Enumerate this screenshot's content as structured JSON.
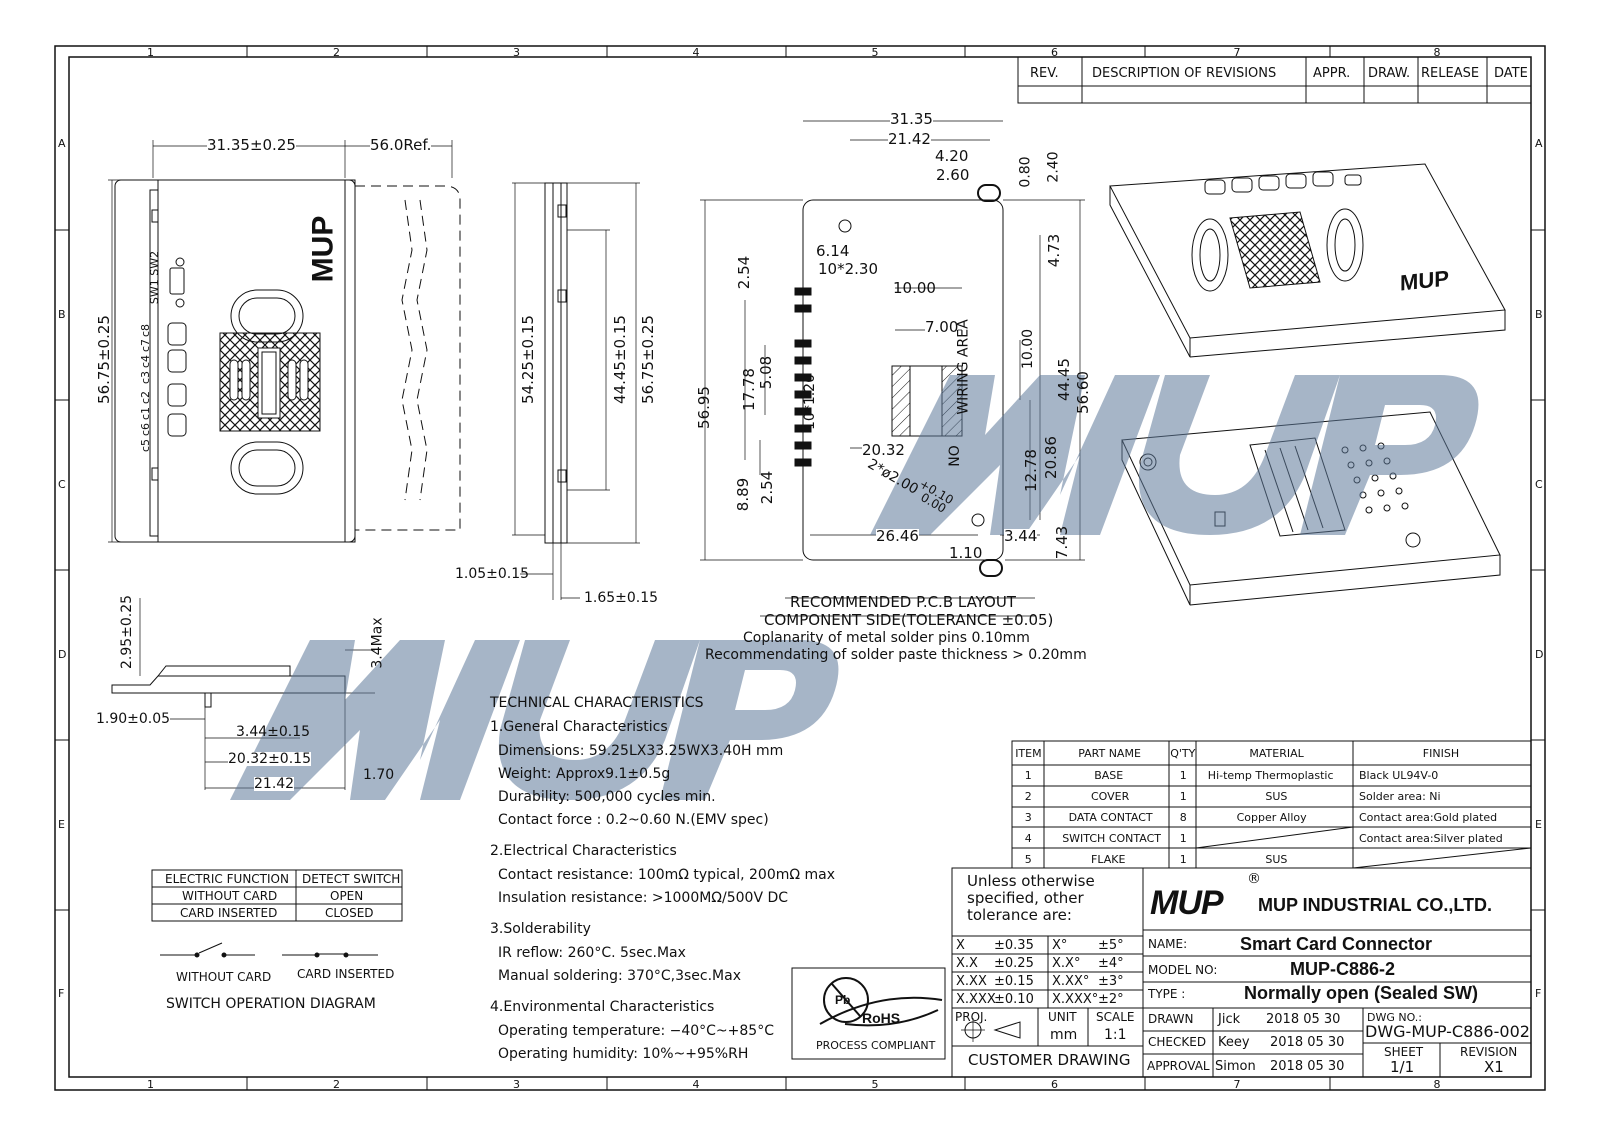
{
  "border": {
    "columns": [
      "1",
      "2",
      "3",
      "4",
      "5",
      "6",
      "7",
      "8"
    ],
    "rows": [
      "A",
      "B",
      "C",
      "D",
      "E",
      "F"
    ]
  },
  "revision_table": {
    "headers": [
      "REV.",
      "DESCRIPTION OF REVISIONS",
      "APPR.",
      "DRAW.",
      "RELEASE",
      "DATE"
    ]
  },
  "watermark": "MUP",
  "top_view": {
    "width_dim": "31.35±0.25",
    "ref_dim": "56.0Ref.",
    "height_dim": "56.75±0.25",
    "logo": "MUP",
    "switch_labels": "SW1 SW2",
    "contact_labels": [
      "c5",
      "c6",
      "c1",
      "c2",
      "c3",
      "c4",
      "c7",
      "c8"
    ]
  },
  "side_view": {
    "dims": [
      "54.25±0.15",
      "44.45±0.15",
      "56.75±0.25",
      "1.05±0.15",
      "1.65±0.15"
    ]
  },
  "pcb_layout": {
    "dims": [
      "31.35",
      "21.42",
      "4.20",
      "2.60",
      "0.80",
      "2.40",
      "4.73",
      "6.14",
      "10*2.30",
      "2.54",
      "10.00",
      "7.00",
      "WIRING AREA",
      "NO",
      "10.00",
      "44.45",
      "56.60",
      "56.95",
      "17.78",
      "5.08",
      "10*1.20",
      "20.32",
      "12.78",
      "20.86",
      "8.89",
      "2.54",
      "2*ø2.00",
      "+0.10",
      "0.00",
      "26.46",
      "3.44",
      "1.10",
      "7.43"
    ],
    "title": "RECOMMENDED P.C.B LAYOUT",
    "subtitle": "COMPONENT SIDE(TOLERANCE ±0.05)",
    "notes": [
      "Coplanarity of metal solder pins 0.10mm",
      "Recommendating of  solder paste thickness > 0.20mm"
    ]
  },
  "front_view": {
    "dims": [
      "2.95±0.25",
      "3.4Max",
      "1.90±0.05",
      "3.44±0.15",
      "20.32±0.15",
      "1.70",
      "21.42"
    ]
  },
  "iso_views": {
    "logo": "MUP"
  },
  "switch_table": {
    "headers": [
      "ELECTRIC FUNCTION",
      "DETECT SWITCH"
    ],
    "rows": [
      [
        "WITHOUT CARD",
        "OPEN"
      ],
      [
        "CARD INSERTED",
        "CLOSED"
      ]
    ],
    "diagram_labels": [
      "WITHOUT CARD",
      "CARD INSERTED"
    ],
    "caption": "SWITCH OPERATION DIAGRAM"
  },
  "tech": {
    "title": "TECHNICAL CHARACTERISTICS",
    "s1": "1.General Characteristics",
    "s1_lines": [
      "Dimensions: 59.25LX33.25WX3.40H  mm",
      "Weight: Approx9.1±0.5g",
      "Durability: 500,000  cycles min.",
      "Contact force  :  0.2~0.60  N.(EMV spec)"
    ],
    "s2": "2.Electrical  Characteristics",
    "s2_lines": [
      "Contact resistance: 100mΩ typical, 200mΩ max",
      "Insulation resistance: >1000MΩ/500V DC"
    ],
    "s3": "3.Solderability",
    "s3_lines": [
      "IR reflow: 260°C.  5sec.Max",
      "Manual soldering: 370°C,3sec.Max"
    ],
    "s4": "4.Environmental Characteristics",
    "s4_lines": [
      "Operating temperature: −40°C~+85°C",
      "Operating humidity: 10%~+95%RH"
    ]
  },
  "rohs": {
    "mark": "RoHS",
    "pb": "Pb",
    "caption": "PROCESS COMPLIANT"
  },
  "bom": {
    "headers": [
      "ITEM",
      "PART NAME",
      "Q'TY",
      "MATERIAL",
      "FINISH"
    ],
    "rows": [
      [
        "1",
        "BASE",
        "1",
        "Hi-temp Thermoplastic",
        "Black UL94V-0"
      ],
      [
        "2",
        "COVER",
        "1",
        "SUS",
        "Solder area: Ni"
      ],
      [
        "3",
        "DATA CONTACT",
        "8",
        "Copper Alloy",
        "Contact area:Gold plated"
      ],
      [
        "4",
        "SWITCH CONTACT",
        "1",
        "",
        "Contact area:Silver plated"
      ],
      [
        "5",
        "FLAKE",
        "1",
        "SUS",
        ""
      ]
    ]
  },
  "tolerance": {
    "lines": [
      "Unless otherwise",
      "specified, other",
      "tolerance are:"
    ],
    "rows": [
      [
        "X",
        "±0.35",
        "X°",
        "±5°"
      ],
      [
        "X.X",
        "±0.25",
        "X.X°",
        "±4°"
      ],
      [
        "X.XX",
        "±0.15",
        "X.XX°",
        "±3°"
      ],
      [
        "X.XXX",
        "±0.10",
        "X.XXX°",
        "±2°"
      ]
    ],
    "proj": "PROJ.",
    "unit_label": "UNIT",
    "unit": "mm",
    "scale_label": "SCALE",
    "scale": "1:1",
    "customer": "CUSTOMER  DRAWING"
  },
  "title_block": {
    "logo": "MUP",
    "reg": "®",
    "company": "MUP INDUSTRIAL CO.,LTD.",
    "name_label": "NAME:",
    "name": "Smart Card Connector",
    "model_label": "MODEL NO:",
    "model": "MUP-C886-2",
    "type_label": "TYPE :",
    "type": "Normally open (Sealed SW)",
    "drawn_label": "DRAWN",
    "drawn_by": "Jick",
    "drawn_date": "2018 05 30",
    "checked_label": "CHECKED",
    "checked_by": "Keey",
    "checked_date": "2018 05 30",
    "approval_label": "APPROVAL",
    "approval_by": "Simon",
    "approval_date": "2018 05 30",
    "dwg_label": "DWG NO.:",
    "dwg": "DWG-MUP-C886-002",
    "sheet_label": "SHEET",
    "sheet": "1/1",
    "revision_label": "REVISION",
    "revision": "X1"
  }
}
